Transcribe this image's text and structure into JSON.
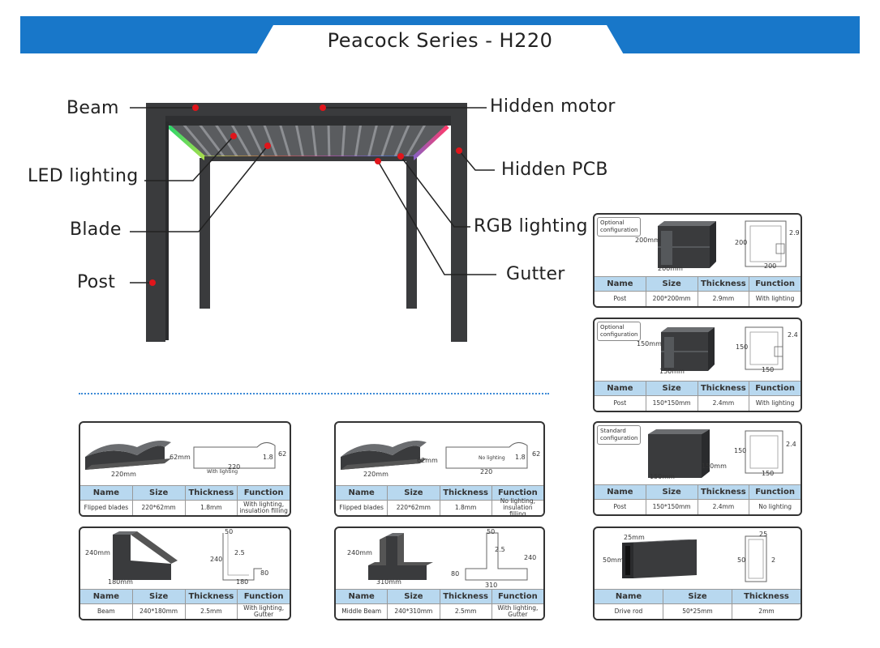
{
  "header": {
    "title": "Peacock Series - H220"
  },
  "labels": {
    "beam": "Beam",
    "led": "LED lighting",
    "blade": "Blade",
    "post": "Post",
    "motor": "Hidden motor",
    "pcb": "Hidden PCB",
    "rgb": "RGB lighting",
    "gutter": "Gutter"
  },
  "table_headers": {
    "name": "Name",
    "size": "Size",
    "thickness": "Thickness",
    "function": "Function"
  },
  "cards": {
    "post200": {
      "tag": "Optional\nconfiguration",
      "name": "Post",
      "size": "200*200mm",
      "thickness": "2.9mm",
      "function": "With lighting",
      "dims": {
        "h": "200mm",
        "w": "200mm",
        "side": "200",
        "bottom": "200",
        "t": "2.9"
      }
    },
    "post150a": {
      "tag": "Optional\nconfiguration",
      "name": "Post",
      "size": "150*150mm",
      "thickness": "2.4mm",
      "function": "With lighting",
      "dims": {
        "h": "150mm",
        "w": "150mm",
        "side": "150",
        "bottom": "150",
        "t": "2.4"
      }
    },
    "post150b": {
      "tag": "Standard\nconfiguration",
      "name": "Post",
      "size": "150*150mm",
      "thickness": "2.4mm",
      "function": "No lighting",
      "dims": {
        "h": "150mm",
        "w": "150mm",
        "side": "150",
        "bottom": "150",
        "t": "2.4"
      }
    },
    "blade1": {
      "name": "Flipped blades",
      "size": "220*62mm",
      "thickness": "1.8mm",
      "function": "With lighting,\ninsulation filling",
      "dims": {
        "w": "220mm",
        "h": "62mm",
        "note": "With lighting",
        "bottom": "220",
        "side": "62",
        "t": "1.8"
      }
    },
    "blade2": {
      "name": "Flipped blades",
      "size": "220*62mm",
      "thickness": "1.8mm",
      "function": "No lighting,\ninsulation filling",
      "dims": {
        "w": "220mm",
        "h": "62mm",
        "note": "No lighting",
        "bottom": "220",
        "side": "62",
        "t": "1.8"
      }
    },
    "beam": {
      "name": "Beam",
      "size": "240*180mm",
      "thickness": "2.5mm",
      "function": "With lighting, Gutter",
      "dims": {
        "h": "240mm",
        "w": "180mm",
        "top": "50",
        "side": "240",
        "t": "2.5",
        "bottom": "180",
        "right": "80"
      }
    },
    "middle": {
      "name": "Middle Beam",
      "size": "240*310mm",
      "thickness": "2.5mm",
      "function": "With lighting, Gutter",
      "dims": {
        "h": "240mm",
        "w": "310mm",
        "top": "50",
        "side": "240",
        "t": "2.5",
        "bottom": "310",
        "left": "80"
      }
    },
    "drive": {
      "name": "Drive rod",
      "size": "50*25mm",
      "thickness": "2mm",
      "dims": {
        "w": "25mm",
        "h": "50mm",
        "top": "25",
        "side": "50",
        "t": "2"
      }
    }
  }
}
